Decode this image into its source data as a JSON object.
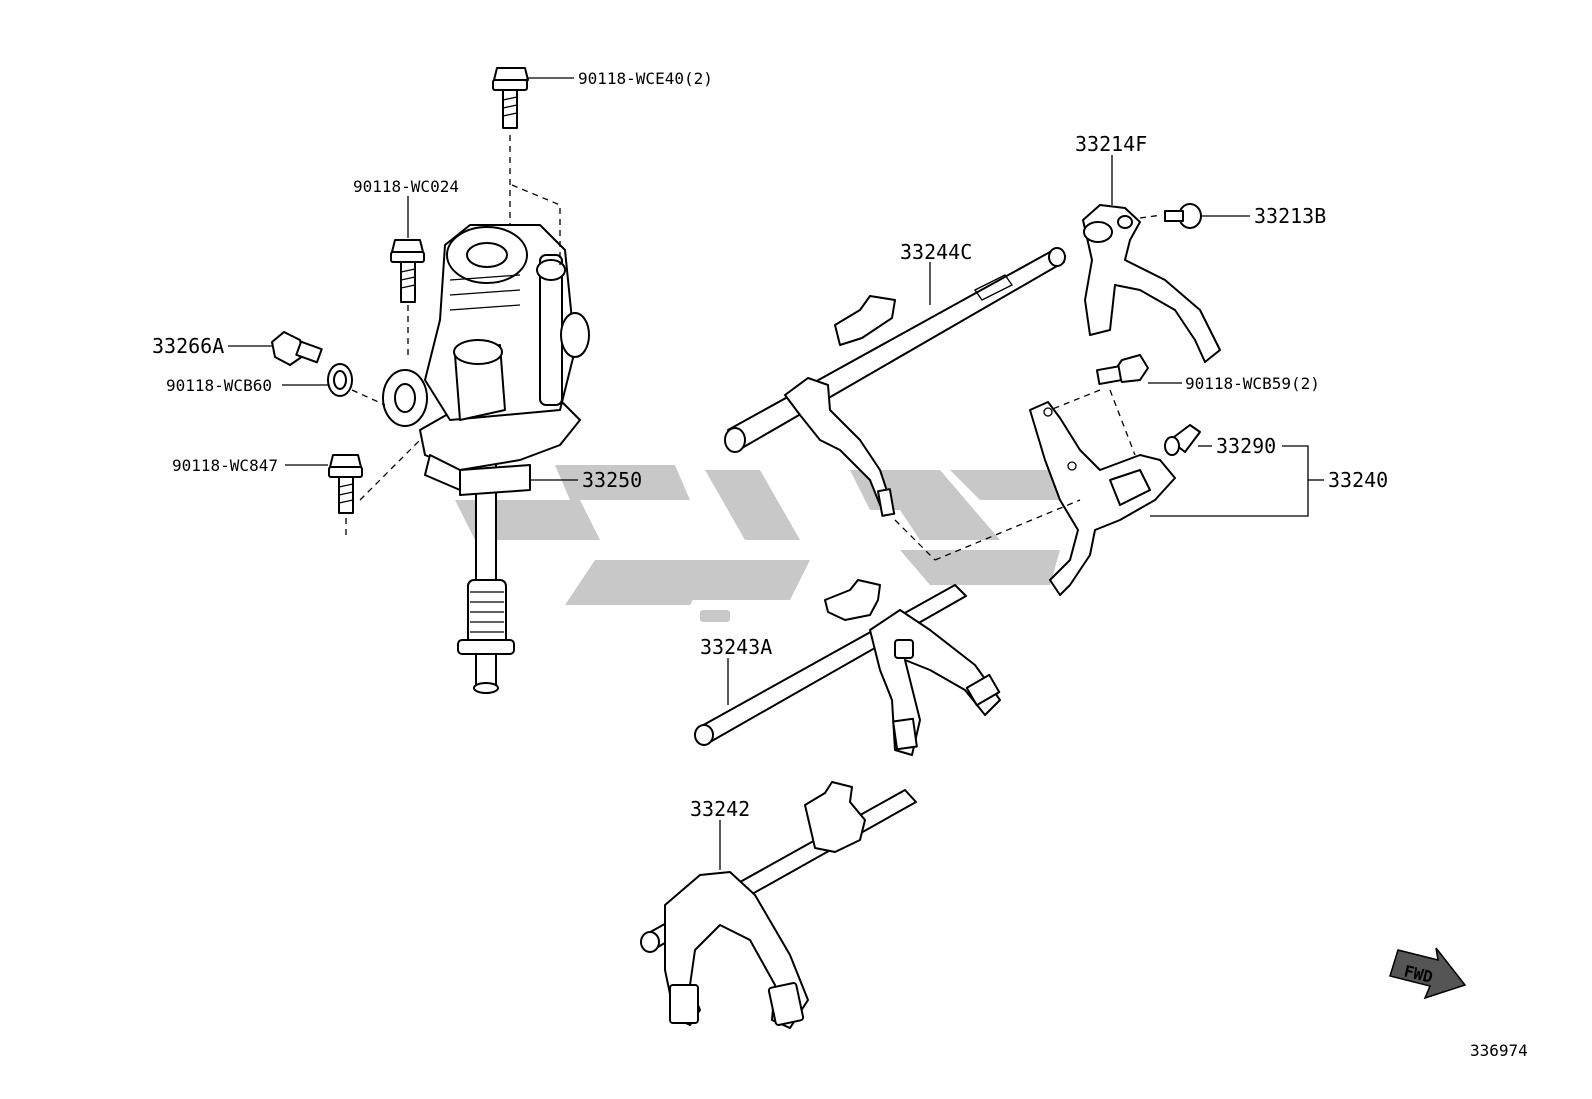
{
  "labels": {
    "bolt_top": "90118-WCE40(2)",
    "bolt_wc024": "90118-WC024",
    "plug": "33266A",
    "gasket": "90118-WCB60",
    "bolt_wc847": "90118-WC847",
    "housing": "33250",
    "fork_f": "33214F",
    "bolt_b": "33213B",
    "shaft_c": "33244C",
    "bolts_wcb59": "90118-WCB59(2)",
    "pin": "33290",
    "assembly": "33240",
    "shaft_a": "33243A",
    "fork_42": "33242",
    "fwd": "FWD",
    "figure_id": "336974"
  },
  "colors": {
    "line": "#000000",
    "watermark": "#c8c8c8",
    "background": "#ffffff"
  },
  "icons": {
    "fwd_arrow": "fwd-arrow-icon",
    "watermark": "watermark-logo"
  }
}
